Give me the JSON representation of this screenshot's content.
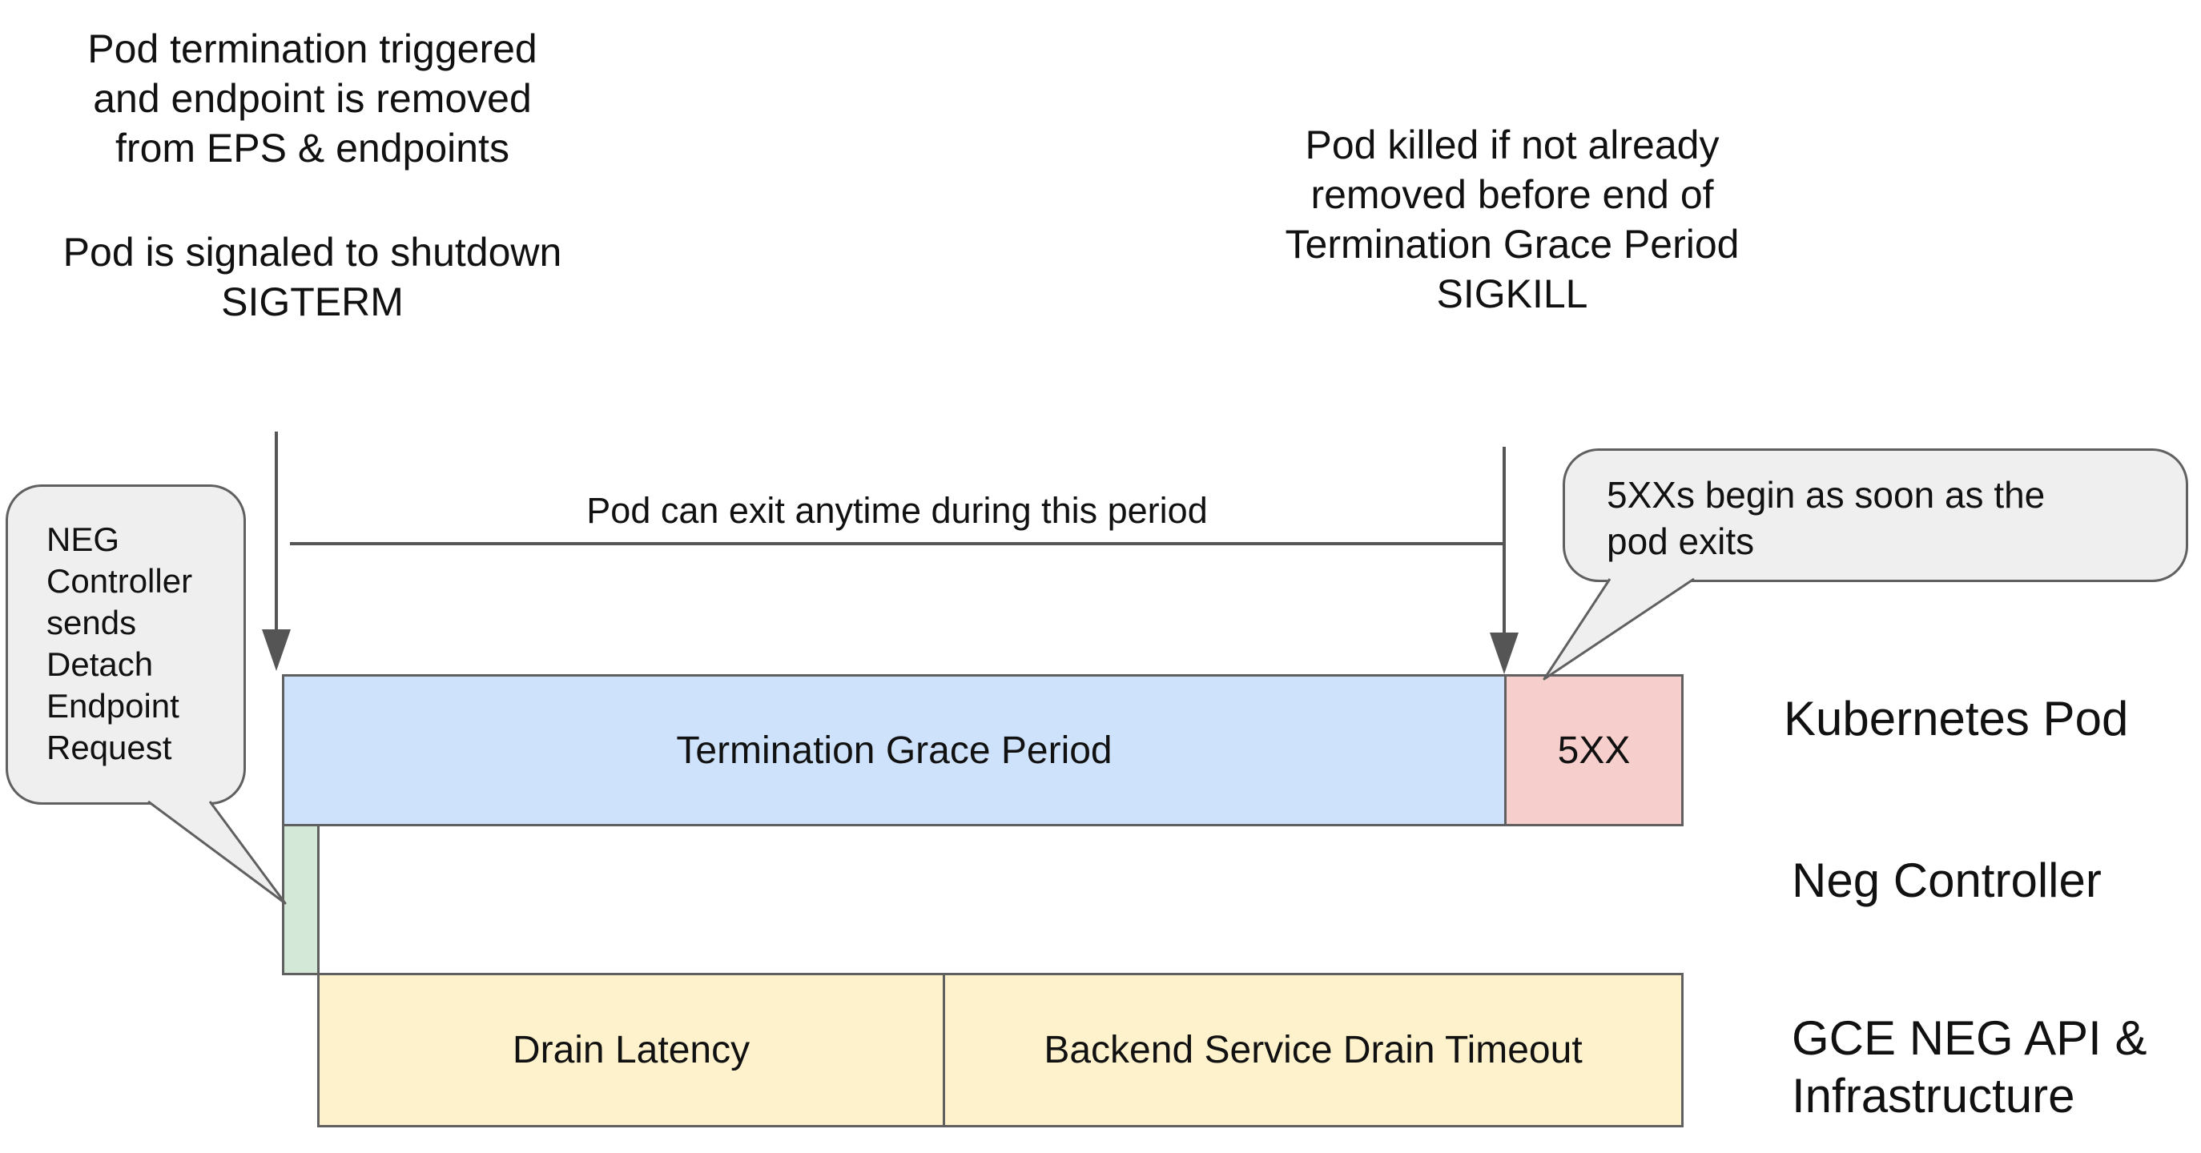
{
  "annotations": {
    "pod_termination": {
      "lines": [
        "Pod termination triggered",
        "and endpoint is removed",
        "from EPS & endpoints"
      ]
    },
    "pod_signaled": {
      "lines": [
        "Pod is signaled to shutdown",
        "SIGTERM"
      ]
    },
    "pod_killed": {
      "lines": [
        "Pod killed if not already",
        "removed before end of",
        "Termination Grace Period",
        "SIGKILL"
      ]
    },
    "period_note": "Pod can exit anytime during this period"
  },
  "callouts": {
    "neg_controller": {
      "lines": [
        "NEG",
        "Controller",
        "sends",
        "Detach",
        "Endpoint",
        "Request"
      ]
    },
    "five_xx": {
      "lines": [
        "5XXs begin as soon as the",
        "pod exits"
      ]
    }
  },
  "timeline": {
    "kubernetes_pod": {
      "grace_period_label": "Termination Grace Period",
      "error_label": "5XX"
    },
    "gce": {
      "drain_latency_label": "Drain Latency",
      "drain_timeout_label": "Backend Service Drain Timeout"
    }
  },
  "row_labels": {
    "kubernetes_pod": "Kubernetes Pod",
    "neg_controller": "Neg Controller",
    "gce_line1": "GCE NEG API &",
    "gce_line2": "Infrastructure"
  },
  "colors": {
    "grace_period_fill": "#cfe2fb",
    "error_fill": "#f6cecc",
    "detach_fill": "#d4e8d8",
    "drain_fill": "#fdf2cc",
    "callout_fill": "#efefef",
    "outline": "#606060",
    "arrow": "#555555"
  }
}
